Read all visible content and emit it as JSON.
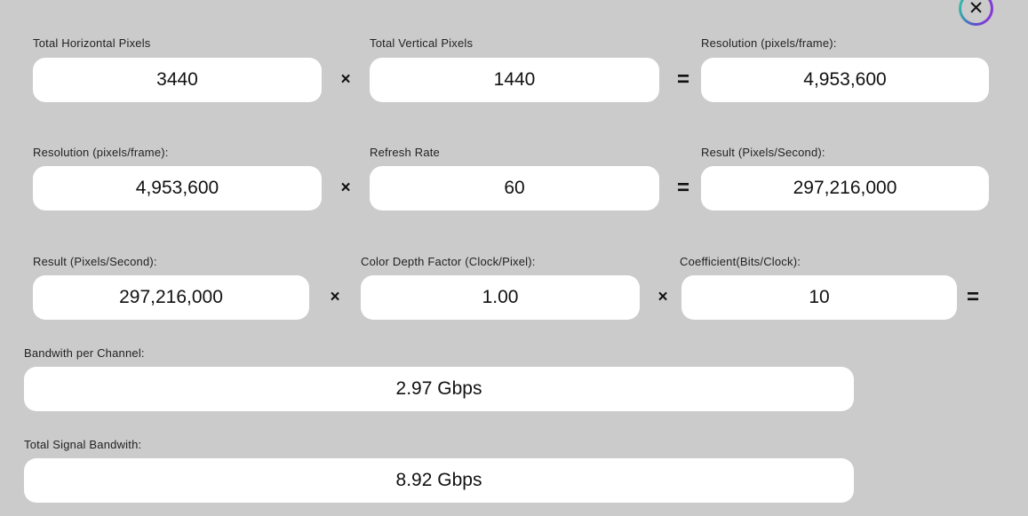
{
  "colors": {
    "background": "#cbcbcb",
    "field_background": "#ffffff",
    "text": "#111111",
    "close_ring_start": "#2fc6a5",
    "close_ring_end": "#9232d8"
  },
  "close_button": {
    "glyph": "✕"
  },
  "calculator": {
    "row1": {
      "field1": {
        "label": "Total Horizontal Pixels",
        "value": "3440"
      },
      "op1": "×",
      "field2": {
        "label": "Total Vertical Pixels",
        "value": "1440"
      },
      "op2": "=",
      "field3": {
        "label": "Resolution (pixels/frame):",
        "value": "4,953,600"
      }
    },
    "row2": {
      "field1": {
        "label": "Resolution (pixels/frame):",
        "value": "4,953,600"
      },
      "op1": "×",
      "field2": {
        "label": "Refresh Rate",
        "value": "60"
      },
      "op2": "=",
      "field3": {
        "label": "Result (Pixels/Second):",
        "value": "297,216,000"
      }
    },
    "row3": {
      "field1": {
        "label": "Result (Pixels/Second):",
        "value": "297,216,000"
      },
      "op1": "×",
      "field2": {
        "label": "Color Depth Factor (Clock/Pixel):",
        "value": "1.00"
      },
      "op2": "×",
      "field3": {
        "label": "Coefficient(Bits/Clock):",
        "value": "10"
      },
      "op3": "="
    },
    "row4": {
      "label": "Bandwith per Channel:",
      "value": "2.97 Gbps"
    },
    "row5": {
      "label": "Total Signal Bandwith:",
      "value": "8.92 Gbps"
    }
  }
}
